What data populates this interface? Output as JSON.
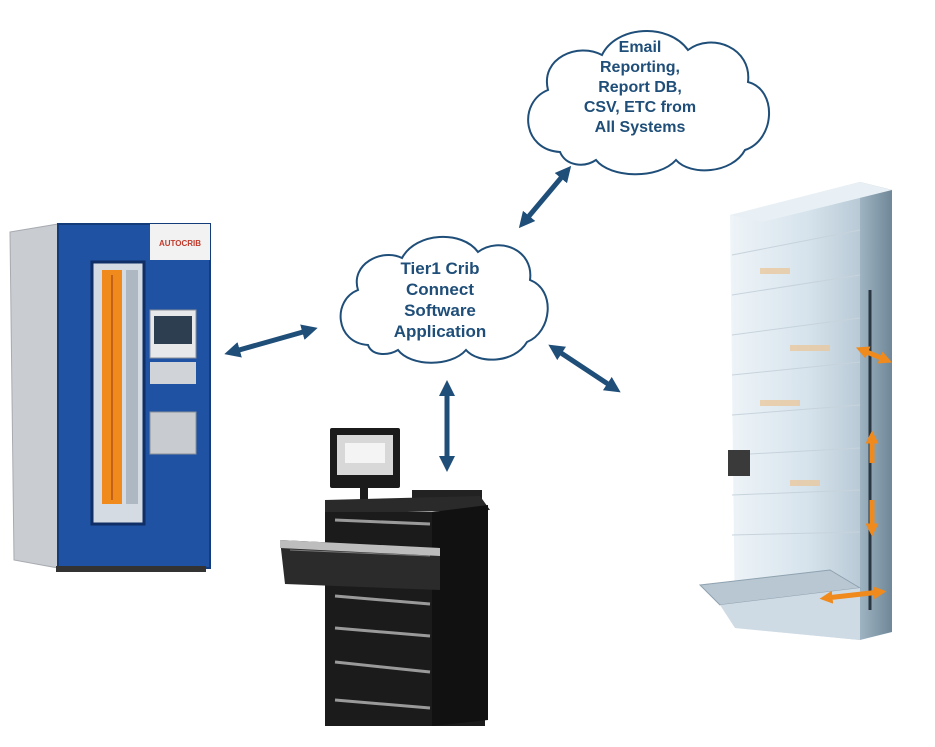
{
  "diagram": {
    "top_cloud_lines": [
      "Email",
      "Reporting,",
      "Report DB,",
      "CSV, ETC from",
      "All Systems"
    ],
    "center_cloud_lines": [
      "Tier1 Crib",
      "Connect",
      "Software",
      "Application"
    ]
  },
  "colors": {
    "arrow": "#1f4e79",
    "cloud_stroke": "#1f4e79",
    "cloud_text": "#1f4e79",
    "cabinet_blue": "#1f52a3",
    "accent_orange": "#f08a1c",
    "drawer_black": "#1b1b1b",
    "tower_glass": "#d9e6ef"
  },
  "icons": [
    "vending-cabinet-image",
    "drawer-workstation-image",
    "vertical-lift-module-image"
  ]
}
